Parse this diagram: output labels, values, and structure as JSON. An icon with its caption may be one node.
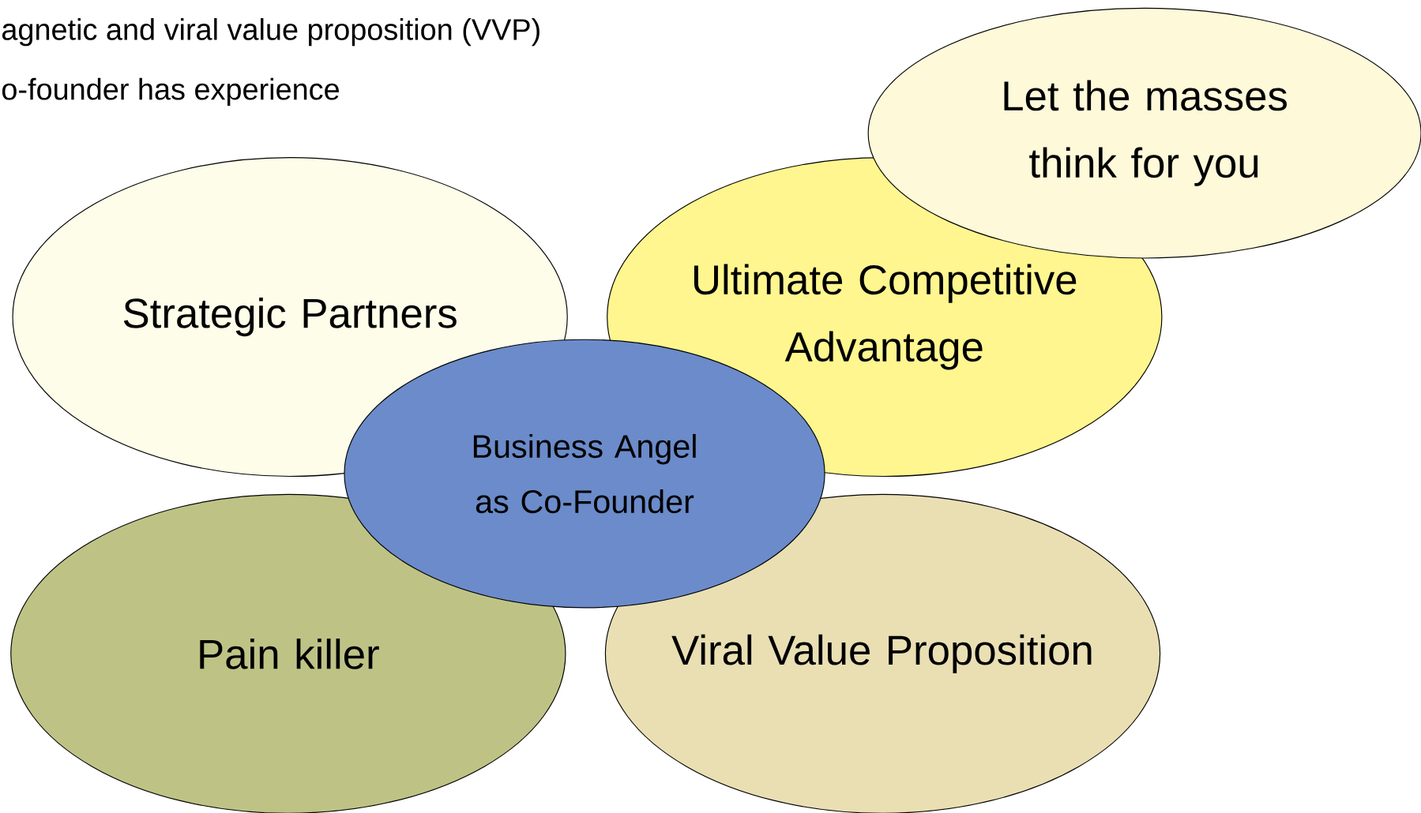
{
  "diagram": {
    "nodes": [
      {
        "text": [
          "Let the masses think for you"
        ]
      },
      {
        "text": [
          "Strategic Partners"
        ]
      },
      {
        "text": [
          "Ultimate Competitive Advantage"
        ]
      },
      {
        "text": [
          "Business Angel as Co-Founder"
        ]
      },
      {
        "text": [
          "Pain killer"
        ]
      },
      {
        "text": [
          "Viral Value Proposition"
        ]
      }
    ],
    "labels": [
      "agnetic and viral value proposition (VVP)",
      "o-founder has experience"
    ]
  }
}
